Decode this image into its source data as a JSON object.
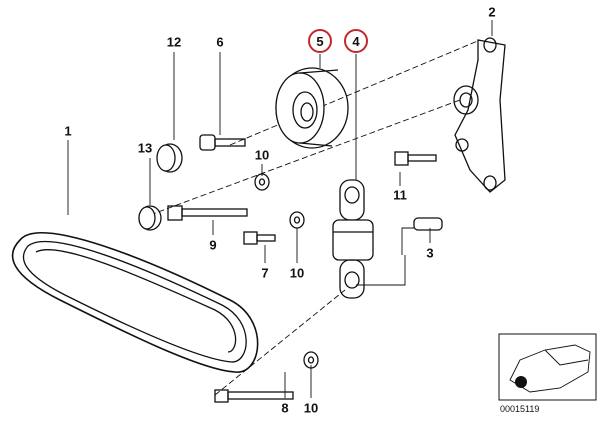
{
  "diagram": {
    "callouts": {
      "belt": "1",
      "bracket": "2",
      "spacer_pin": "3",
      "tensioner": "4",
      "idler_pulley": "5",
      "bolt_6": "6",
      "bolt_7": "7",
      "bolt_8": "8",
      "bolt_9": "9",
      "washer_a": "10",
      "washer_b": "10",
      "washer_c": "10",
      "bolt_11": "11",
      "cap_12": "12",
      "cap_13": "13"
    },
    "highlight_color": "#c0282d",
    "inset_caption": "00015119"
  }
}
